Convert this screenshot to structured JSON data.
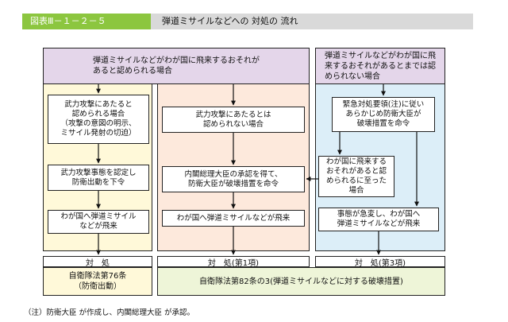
{
  "header": {
    "code": "図表Ⅲ－１－２－５",
    "title": "弾道ミサイルなどへの 対処の 流れ"
  },
  "top": {
    "left": "弾道ミサイルなどがわが国に飛来するおそれが\nあると認められる場合",
    "right": "弾道ミサイルなどがわが国に飛\n来するおそれがあるとまでは認\nめられない場合"
  },
  "col1": {
    "b1": "武力攻撃にあたると\n認められる場合\n（攻撃の意図の明示、\nミサイル発射の切迫）",
    "b2": "武力攻撃事態を認定し\n防衛出動を下令",
    "b3": "わが国へ弾道ミサイル\nなどが飛来"
  },
  "col2": {
    "b1": "武力攻撃にあたるとは\n認められない場合",
    "b2": "内閣総理大臣の承認を得て、\n防衛大臣が破壊措置を命令",
    "b3": "わが国へ弾道ミサイルなどが飛来"
  },
  "col3": {
    "b1": "緊急対処要領(注)に従い\nあらかじめ防衛大臣が\n破壊措置を命令",
    "b2": "わが国に飛来する\nおそれがあると認\nめられるに至った\n場合",
    "b3": "事態が急変し、わが国へ\n弾道ミサイルなどが飛来"
  },
  "response": {
    "c1": "対　処",
    "c2": "対　処(第1項)",
    "c3": "対　処(第3項)"
  },
  "law": {
    "left": "自衛隊法第76条\n（防衛出動）",
    "right": "自衛隊法第82条の3(弾道ミサイルなどに対する破壊措置)"
  },
  "note": "（注）防衛大臣 が作成し、内閣総理大臣 が承認。",
  "colors": {
    "header_green": "#8cc63f",
    "header_gray": "#d9d9d9",
    "top_purple": "#e4d6ea",
    "col1_bg": "#fff9d9",
    "col2_bg": "#fde9dc",
    "col3_bg": "#dceef8",
    "law_bg": "#eef5d8"
  }
}
